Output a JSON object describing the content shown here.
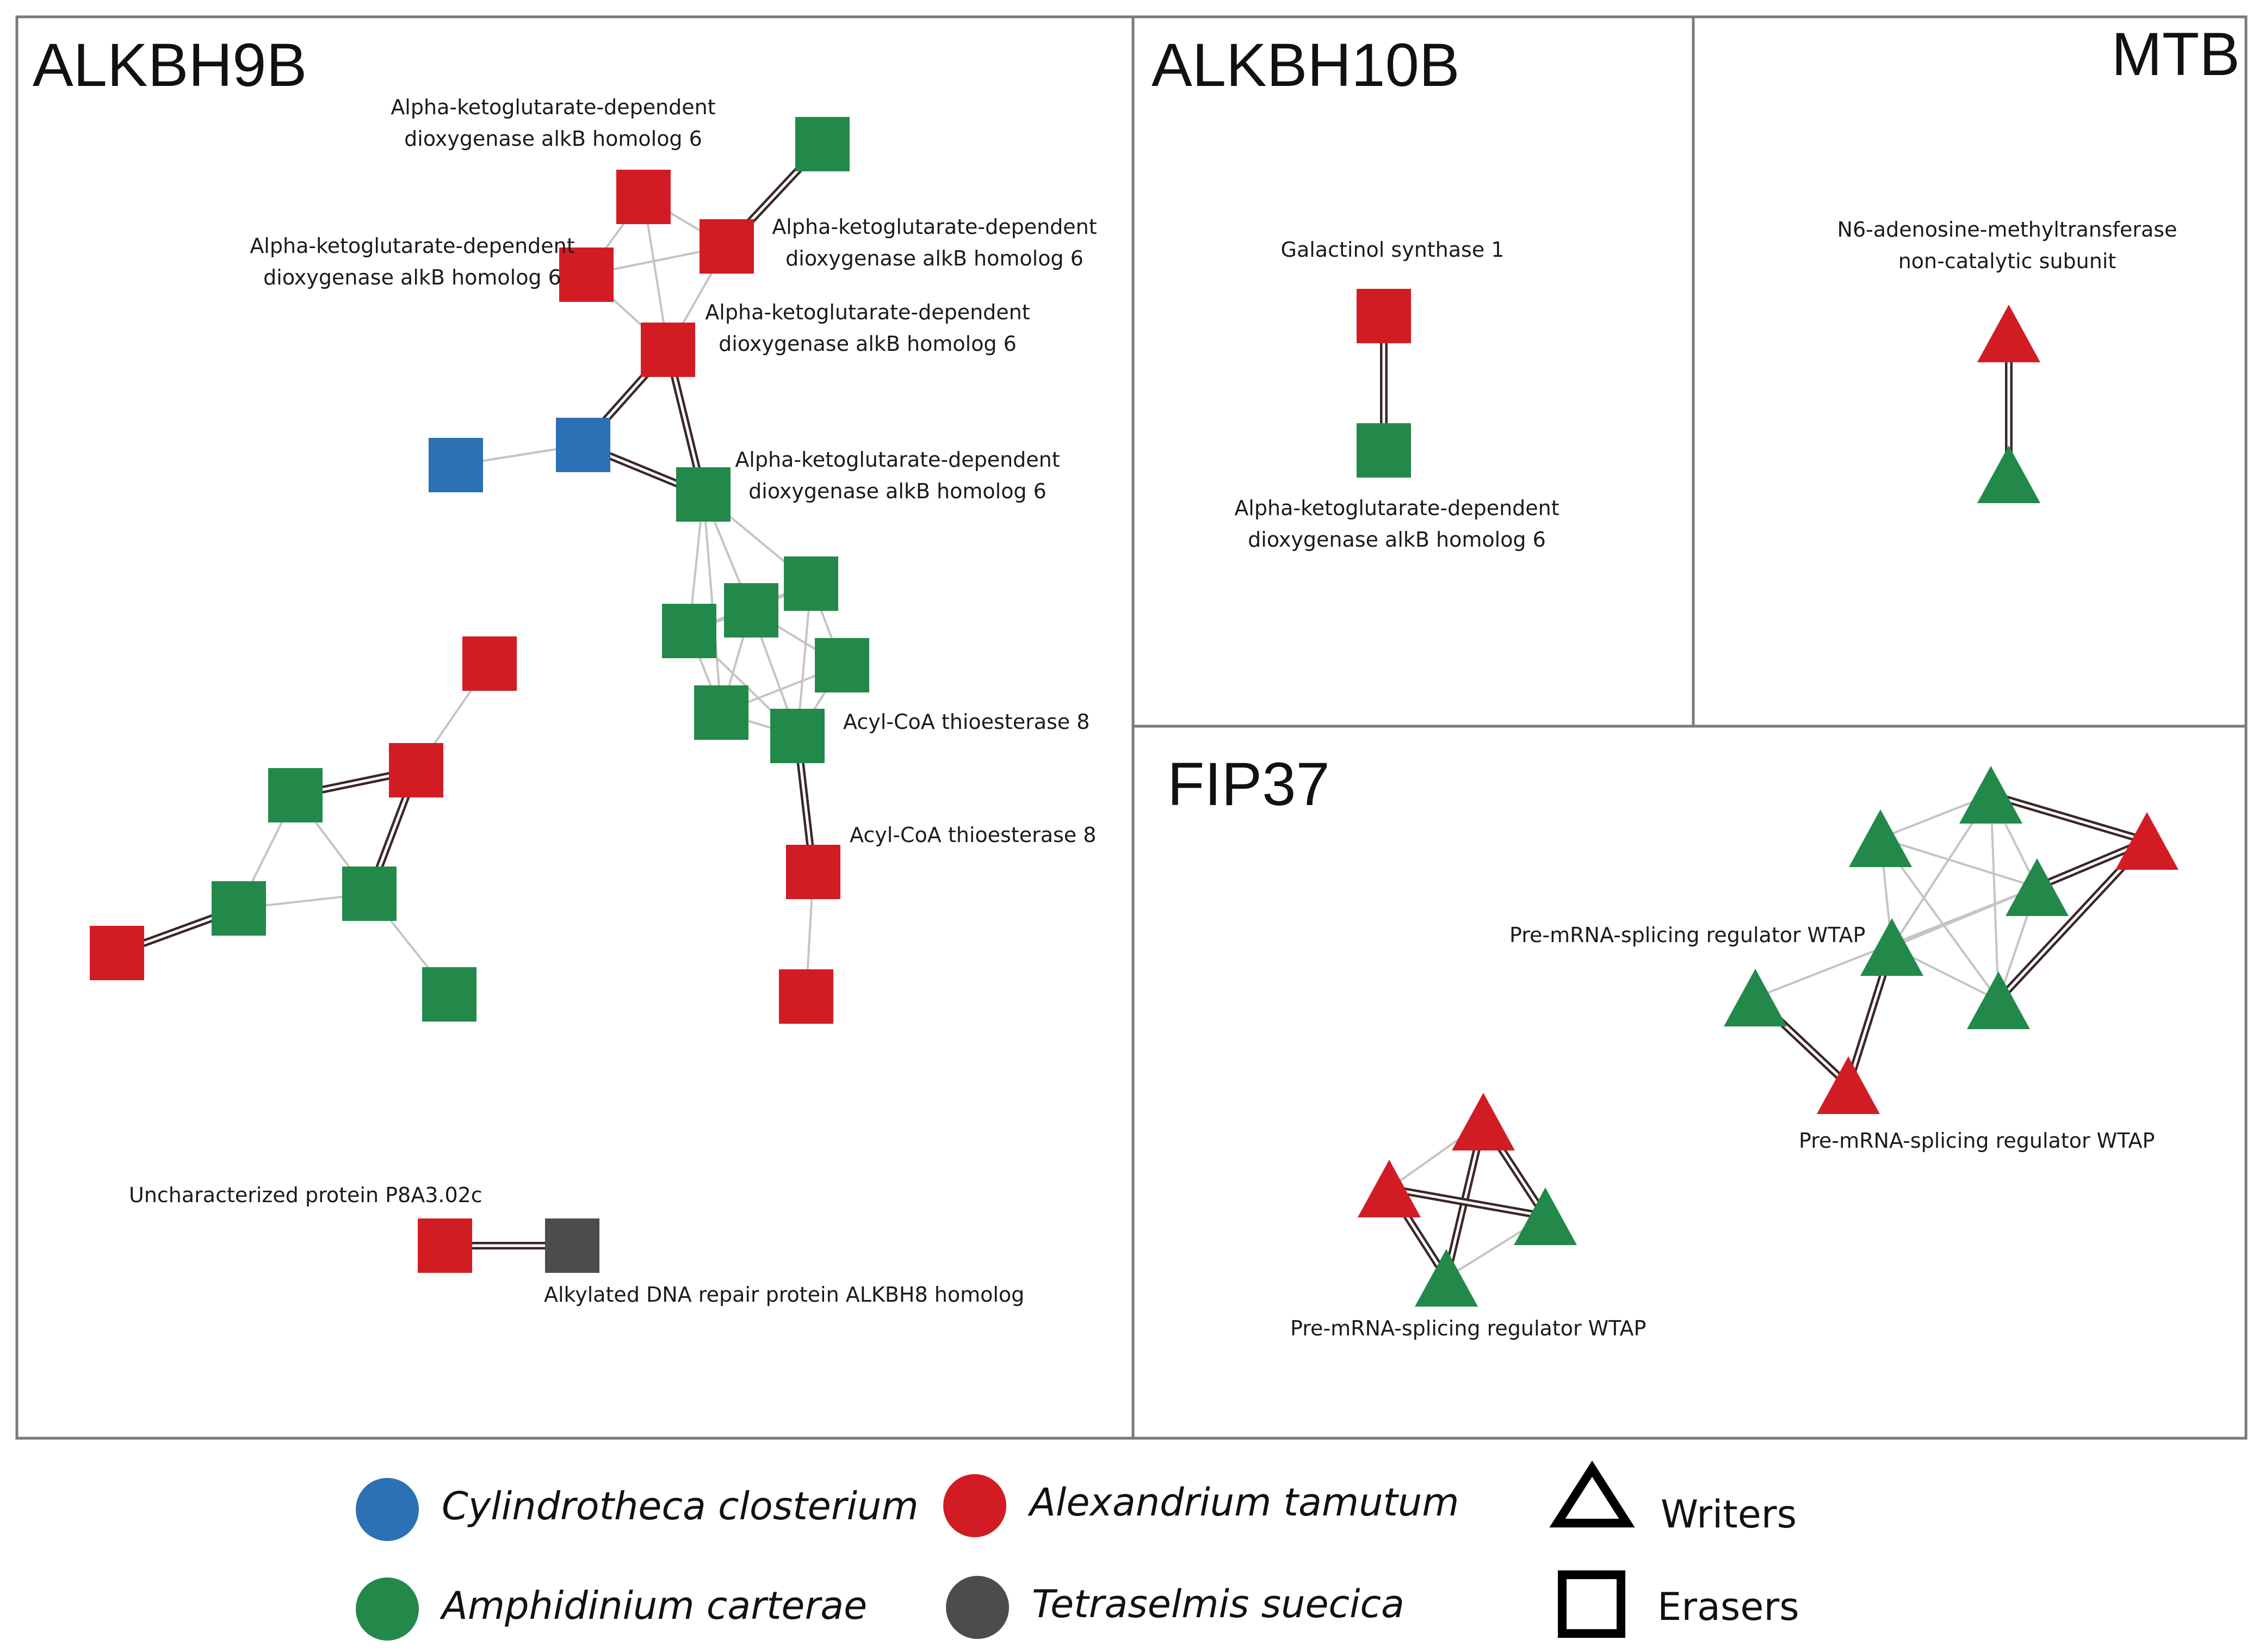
{
  "colors": {
    "cylindrotheca": "#2c70b5",
    "alexandrium": "#d21c24",
    "amphidinium": "#23894a",
    "tetraselmis": "#4c4c4c"
  },
  "panels": {
    "alkbh9b": {
      "title": "ALKBH9B"
    },
    "alkbh10b": {
      "title": "ALKBH10B"
    },
    "mtb": {
      "title": "MTB"
    },
    "fip37": {
      "title": "FIP37"
    }
  },
  "labels": {
    "a9_akg1_line1": "Alpha-ketoglutarate-dependent",
    "a9_akg1_line2": "dioxygenase alkB homolog 6",
    "a9_akg2_line1": "Alpha-ketoglutarate-dependent",
    "a9_akg2_line2": "dioxygenase alkB homolog 6",
    "a9_akg3_line1": "Alpha-ketoglutarate-dependent",
    "a9_akg3_line2": "dioxygenase alkB homolog 6",
    "a9_akg4_line1": "Alpha-ketoglutarate-dependent",
    "a9_akg4_line2": "dioxygenase alkB homolog 6",
    "a9_akg5_line1": "Alpha-ketoglutarate-dependent",
    "a9_akg5_line2": "dioxygenase alkB homolog 6",
    "a9_acyl1": "Acyl-CoA thioesterase 8",
    "a9_acyl2": "Acyl-CoA thioesterase 8",
    "a9_uncharacterized": "Uncharacterized protein P8A3.02c",
    "a9_alkbh8": "Alkylated DNA repair protein ALKBH8 homolog",
    "a10_galactinol": "Galactinol synthase 1",
    "a10_akg_line1": "Alpha-ketoglutarate-dependent",
    "a10_akg_line2": "dioxygenase alkB homolog 6",
    "mtb_line1": "N6-adenosine-methyltransferase",
    "mtb_line2": "non-catalytic subunit",
    "fip_wtap1": "Pre-mRNA-splicing regulator WTAP",
    "fip_wtap2": "Pre-mRNA-splicing regulator WTAP",
    "fip_wtap3": "Pre-mRNA-splicing regulator WTAP"
  },
  "legend": {
    "species": [
      {
        "name": "Cylindrotheca closterium",
        "color": "#2c70b5"
      },
      {
        "name": "Alexandrium tamutum",
        "color": "#d21c24"
      },
      {
        "name": "Amphidinium carterae",
        "color": "#23894a"
      },
      {
        "name": "Tetraselmis suecica",
        "color": "#4c4c4c"
      }
    ],
    "shapes": [
      {
        "name": "Writers",
        "icon": "triangle-outline-icon"
      },
      {
        "name": "Erasers",
        "icon": "square-outline-icon"
      }
    ]
  }
}
